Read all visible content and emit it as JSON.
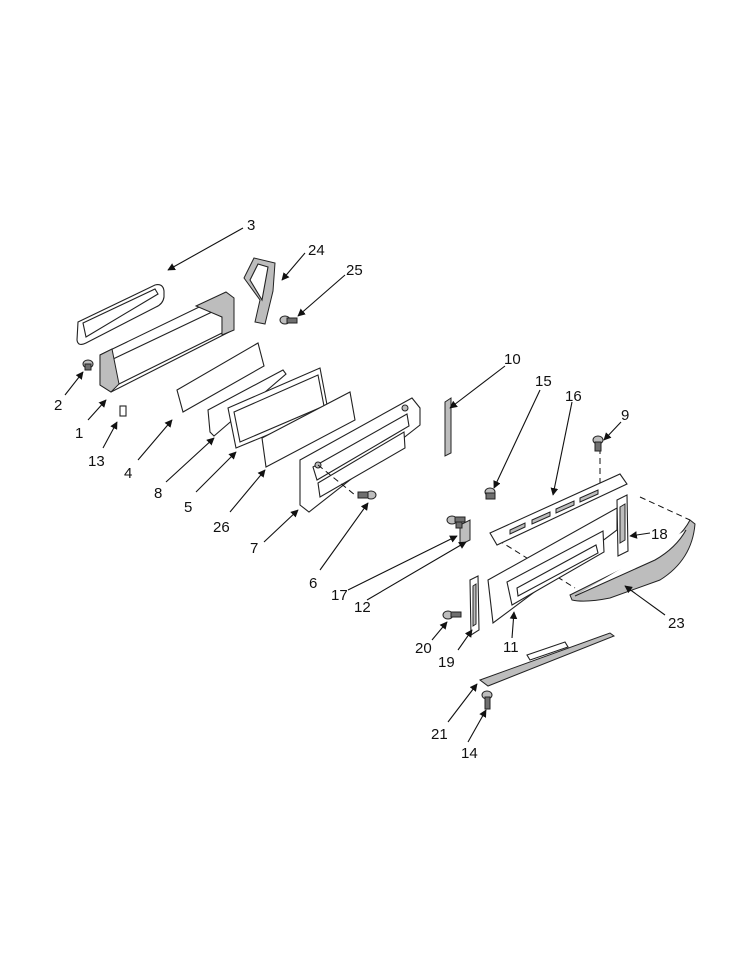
{
  "callouts": [
    "3",
    "24",
    "25",
    "2",
    "1",
    "13",
    "4",
    "8",
    "5",
    "26",
    "7",
    "6",
    "10",
    "15",
    "16",
    "9",
    "18",
    "17",
    "12",
    "23",
    "20",
    "19",
    "11",
    "21",
    "14"
  ]
}
